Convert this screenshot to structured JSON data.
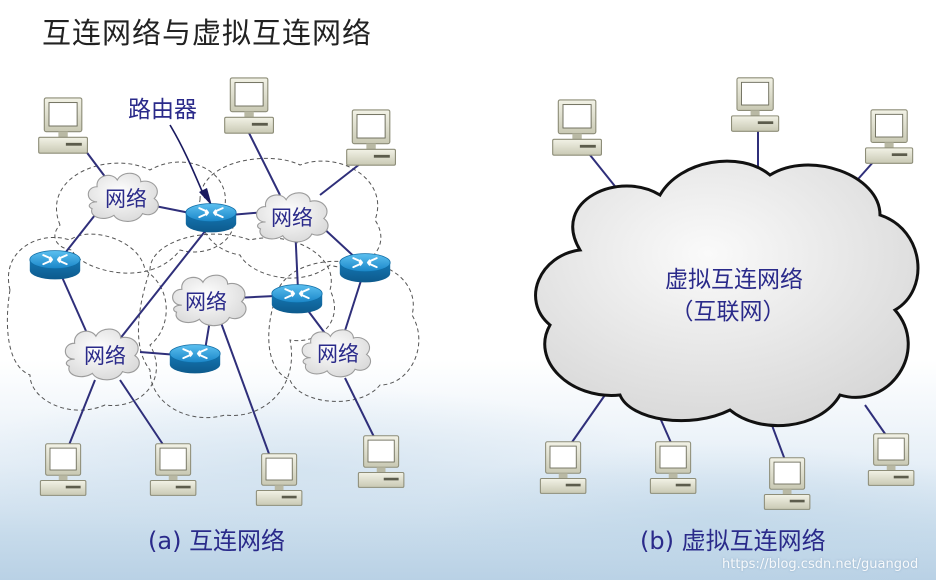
{
  "title": "互连网络与虚拟互连网络",
  "left_diagram": {
    "router_callout": "路由器",
    "network_label": "网络",
    "caption": "(a) 互连网络"
  },
  "right_diagram": {
    "cloud_label_line1": "虚拟互连网络",
    "cloud_label_line2": "（互联网）",
    "caption": "(b) 虚拟互连网络"
  },
  "watermark": "https://blog.csdn.net/guangod",
  "colors": {
    "link": "#2f2f7a",
    "router": "#1e8fd0",
    "caption": "#2a2a8a",
    "network_text": "#2a2a8a"
  },
  "icons": {
    "computer": "desktop-computer-icon",
    "router": "router-icon",
    "network": "network-cloud-icon"
  }
}
